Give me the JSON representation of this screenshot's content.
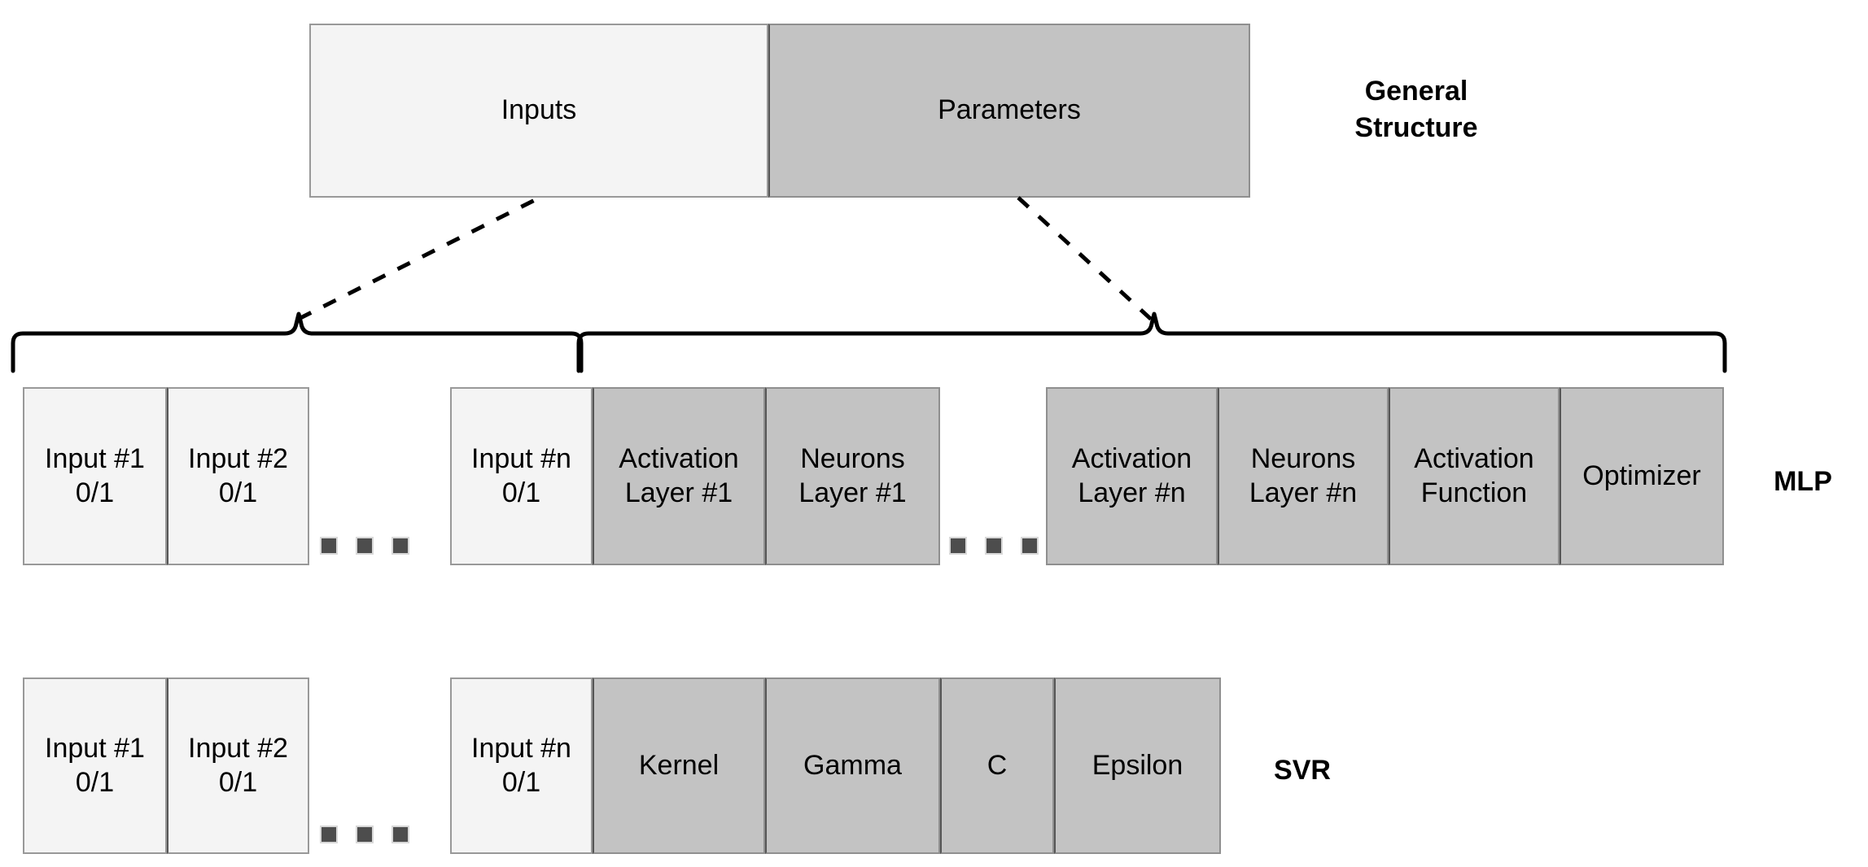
{
  "diagram": {
    "title_general": "General\nStructure",
    "colors": {
      "input_fill": "#f4f4f4",
      "param_fill": "#c3c3c3",
      "border": "#999999",
      "dark_border": "#8f8f8f",
      "dot": "#4d4d4d",
      "line": "#000000",
      "background": "#ffffff"
    },
    "general_structure": {
      "label": "General\nStructure",
      "segments": [
        {
          "name": "inputs",
          "label": "Inputs",
          "kind": "input"
        },
        {
          "name": "parameters",
          "label": "Parameters",
          "kind": "parameter"
        }
      ]
    },
    "braces": [
      {
        "name": "inputs-brace",
        "covers": "Inputs"
      },
      {
        "name": "parameters-brace",
        "covers": "Parameters"
      }
    ],
    "ellipsis": {
      "glyph": "■",
      "count": 3
    },
    "rows": [
      {
        "name": "mlp",
        "label": "MLP",
        "groups": [
          {
            "name": "mlp-inputs-start",
            "cells": [
              {
                "label": "Input #1\n0/1",
                "kind": "input"
              },
              {
                "label": "Input #2\n0/1",
                "kind": "input"
              }
            ]
          },
          {
            "name": "mlp-first-layer",
            "cells": [
              {
                "label": "Input #n\n0/1",
                "kind": "input"
              },
              {
                "label": "Activation\nLayer #1",
                "kind": "parameter"
              },
              {
                "label": "Neurons\nLayer #1",
                "kind": "parameter"
              }
            ]
          },
          {
            "name": "mlp-last-layer",
            "cells": [
              {
                "label": "Activation\nLayer #n",
                "kind": "parameter"
              },
              {
                "label": "Neurons\nLayer #n",
                "kind": "parameter"
              },
              {
                "label": "Activation\nFunction",
                "kind": "parameter"
              },
              {
                "label": "Optimizer",
                "kind": "parameter"
              }
            ]
          }
        ]
      },
      {
        "name": "svr",
        "label": "SVR",
        "groups": [
          {
            "name": "svr-inputs-start",
            "cells": [
              {
                "label": "Input #1\n0/1",
                "kind": "input"
              },
              {
                "label": "Input #2\n0/1",
                "kind": "input"
              }
            ]
          },
          {
            "name": "svr-params",
            "cells": [
              {
                "label": "Input #n\n0/1",
                "kind": "input"
              },
              {
                "label": "Kernel",
                "kind": "parameter"
              },
              {
                "label": "Gamma",
                "kind": "parameter"
              },
              {
                "label": "C",
                "kind": "parameter"
              },
              {
                "label": "Epsilon",
                "kind": "parameter"
              }
            ]
          }
        ]
      }
    ]
  }
}
